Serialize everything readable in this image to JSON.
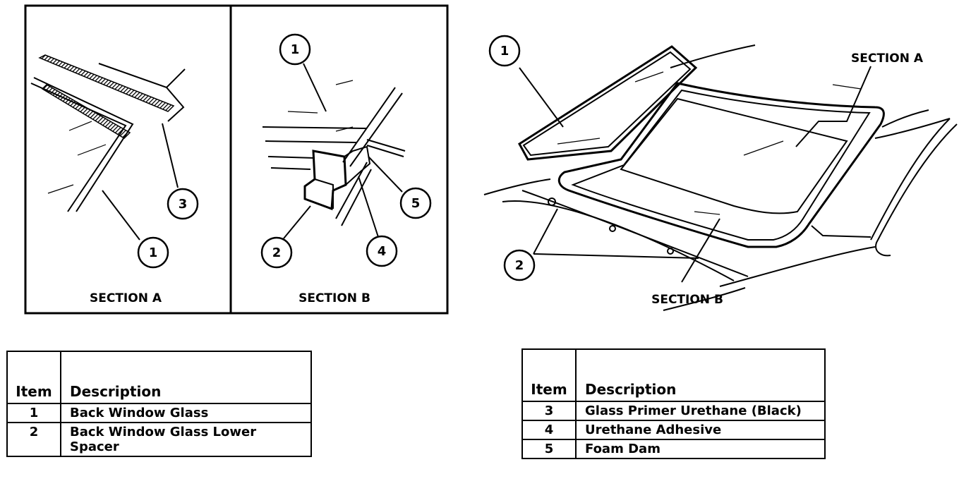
{
  "diagram": {
    "section_a_caption": "SECTION A",
    "section_b_caption": "SECTION B",
    "overview_section_a_label": "SECTION A",
    "overview_section_b_label": "SECTION B",
    "callouts": {
      "a_1": "1",
      "a_3": "3",
      "b_1": "1",
      "b_2": "2",
      "b_4": "4",
      "b_5": "5",
      "o_1": "1",
      "o_2": "2"
    }
  },
  "table_left": {
    "header_item": "Item",
    "header_desc": "Description",
    "rows": [
      {
        "item": "1",
        "desc": "Back Window Glass"
      },
      {
        "item": "2",
        "desc": "Back Window Glass Lower Spacer"
      }
    ]
  },
  "table_right": {
    "header_item": "Item",
    "header_desc": "Description",
    "rows": [
      {
        "item": "3",
        "desc": "Glass Primer Urethane (Black)"
      },
      {
        "item": "4",
        "desc": "Urethane Adhesive"
      },
      {
        "item": "5",
        "desc": "Foam Dam"
      }
    ]
  }
}
